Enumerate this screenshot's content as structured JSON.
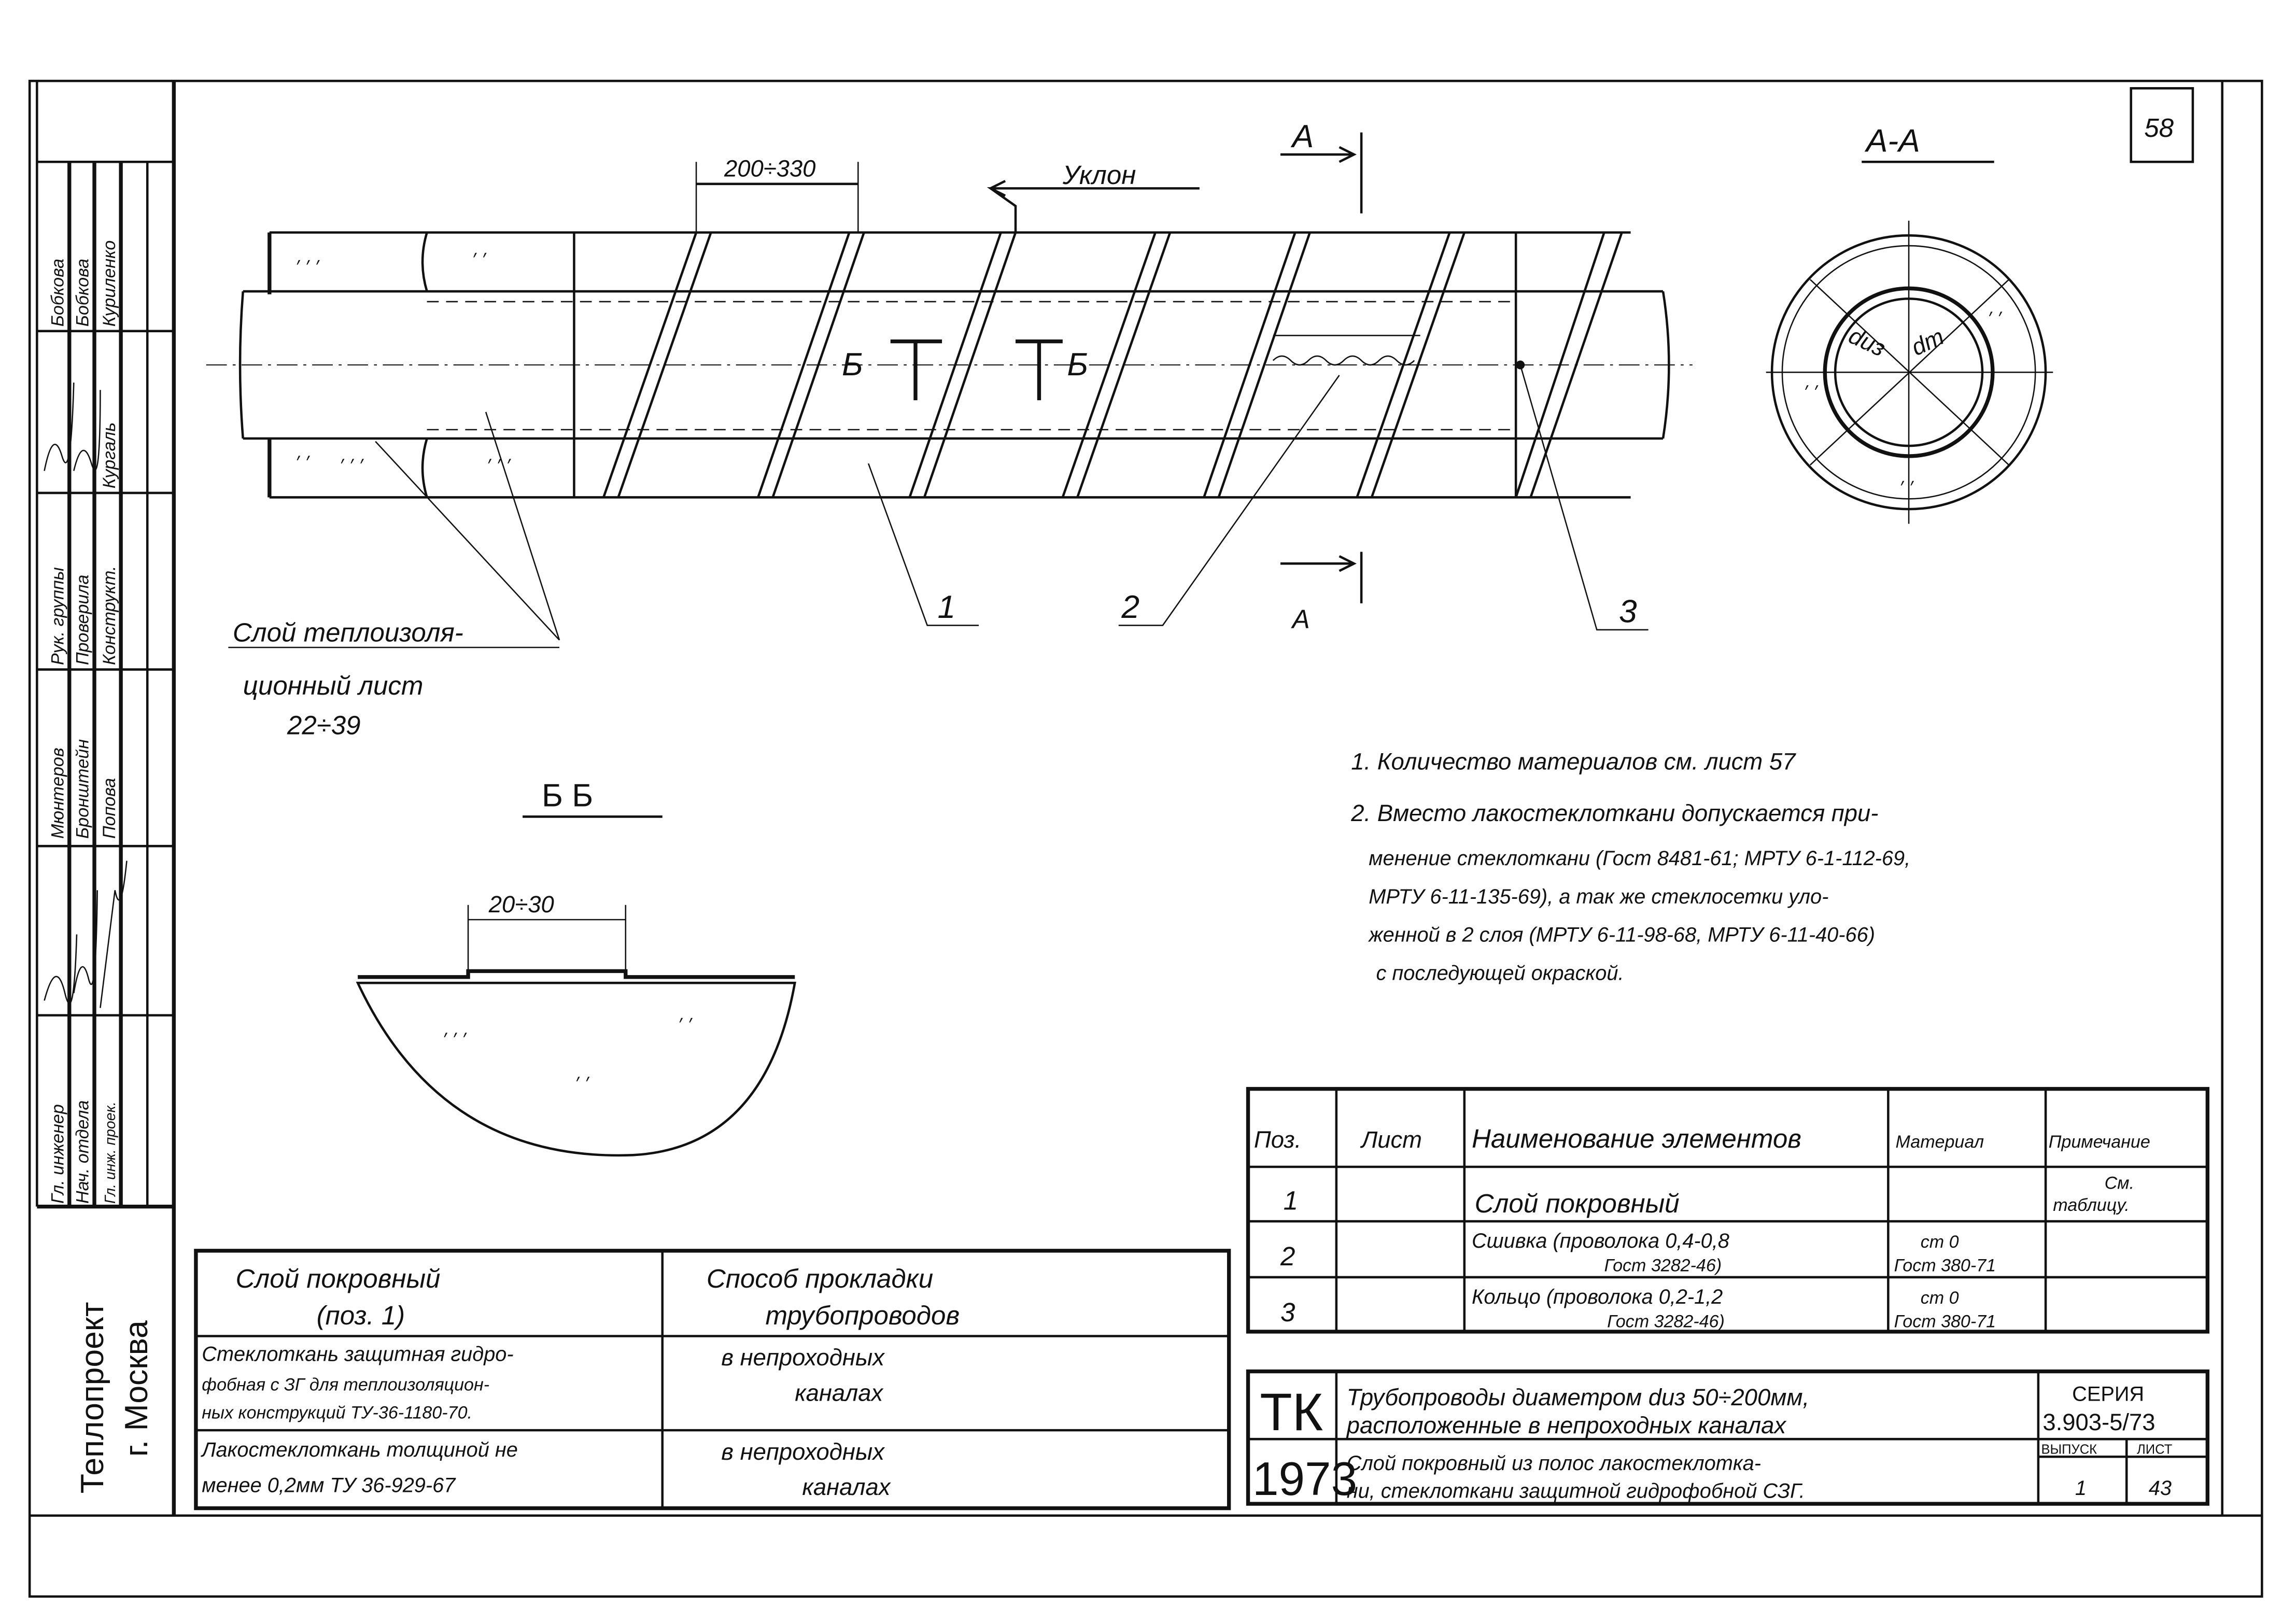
{
  "sheet_number": "58",
  "drawing": {
    "dimension_wrap_pitch": "200÷330",
    "slope_label": "Уклон",
    "section_mark": "А",
    "section_title": "А-А",
    "section_labels": {
      "insulation_diameter": "dиз",
      "pipe_diameter": "dт"
    },
    "section_b_mark": "Б",
    "position_labels": [
      "1",
      "2",
      "3"
    ],
    "insulation_callout": [
      "Слой теплоизоля-",
      "ционный лист",
      "22÷39"
    ],
    "detail_title": "Б Б",
    "detail_overlap": "20÷30"
  },
  "notes": [
    "1. Количество материалов см. лист 57",
    "2. Вместо лакостеклоткани допускается при-",
    "менение стеклоткани (Гост 8481-61; МРТУ 6-1-112-69,",
    "МРТУ 6-11-135-69), а так же стеклосетки уло-",
    "женной в 2 слоя (МРТУ 6-11-98-68, МРТУ 6-11-40-66)",
    "с последующей окраской."
  ],
  "spec_table": {
    "headers": [
      "Поз.",
      "Лист",
      "Наименование элементов",
      "Материал",
      "Примечание"
    ],
    "rows": [
      {
        "pos": "1",
        "sheet": "",
        "name": [
          "Слой покровный"
        ],
        "material": [],
        "note": [
          "См.",
          "таблицу."
        ]
      },
      {
        "pos": "2",
        "sheet": "",
        "name": [
          "Сшивка (проволока 0,4-0,8",
          "Гост 3282-46)"
        ],
        "material": [
          "ст 0",
          "Гост 380-71"
        ],
        "note": []
      },
      {
        "pos": "3",
        "sheet": "",
        "name": [
          "Кольцо (проволока 0,2-1,2",
          "Гост 3282-46)"
        ],
        "material": [
          "ст 0",
          "Гост 380-71"
        ],
        "note": []
      }
    ]
  },
  "layer_table": {
    "headers": [
      [
        "Слой покровный",
        "(поз. 1)"
      ],
      [
        "Способ прокладки",
        "трубопроводов"
      ]
    ],
    "rows": [
      {
        "layer": [
          "Стеклоткань защитная гидро-",
          "фобная с ЗГ для теплоизоляцион-",
          "ных конструкций ТУ-36-1180-70."
        ],
        "method": [
          "в непроходных",
          "каналах"
        ]
      },
      {
        "layer": [
          "Лакостеклоткань толщиной не",
          "менее 0,2мм ТУ 36-929-67"
        ],
        "method": [
          "в непроходных",
          "каналах"
        ]
      }
    ]
  },
  "title_block": {
    "org_code": "ТК",
    "year": "1973",
    "title_line1": "Трубопроводы диаметром dиз 50÷200мм,",
    "title_line2": "расположенные в непроходных каналах",
    "subtitle_line1": "Слой покровный из полос лакостеклотка-",
    "subtitle_line2": "ни, стеклоткани защитной гидрофобной СЗГ.",
    "series_label": "СЕРИЯ",
    "series_value": "3.903-5/73",
    "issue_label": "ВЫПУСК",
    "issue_value": "1",
    "sheet_label": "ЛИСТ",
    "sheet_value": "43"
  },
  "stamp": {
    "roles": [
      "Гл. инженер",
      "Нач. отдела",
      "Гл. инж. проек."
    ],
    "roles2": [
      "Рук. группы",
      "Проверила",
      "Конструкт."
    ],
    "names": [
      "Мюнтеров",
      "Бронштейн",
      "Попова"
    ],
    "names2": [
      "Бобкова",
      "Бобкова",
      "Куриленко"
    ],
    "names_mid": [
      "Кургаль"
    ],
    "organization": "Теплопроект",
    "city": "г. Москва"
  }
}
